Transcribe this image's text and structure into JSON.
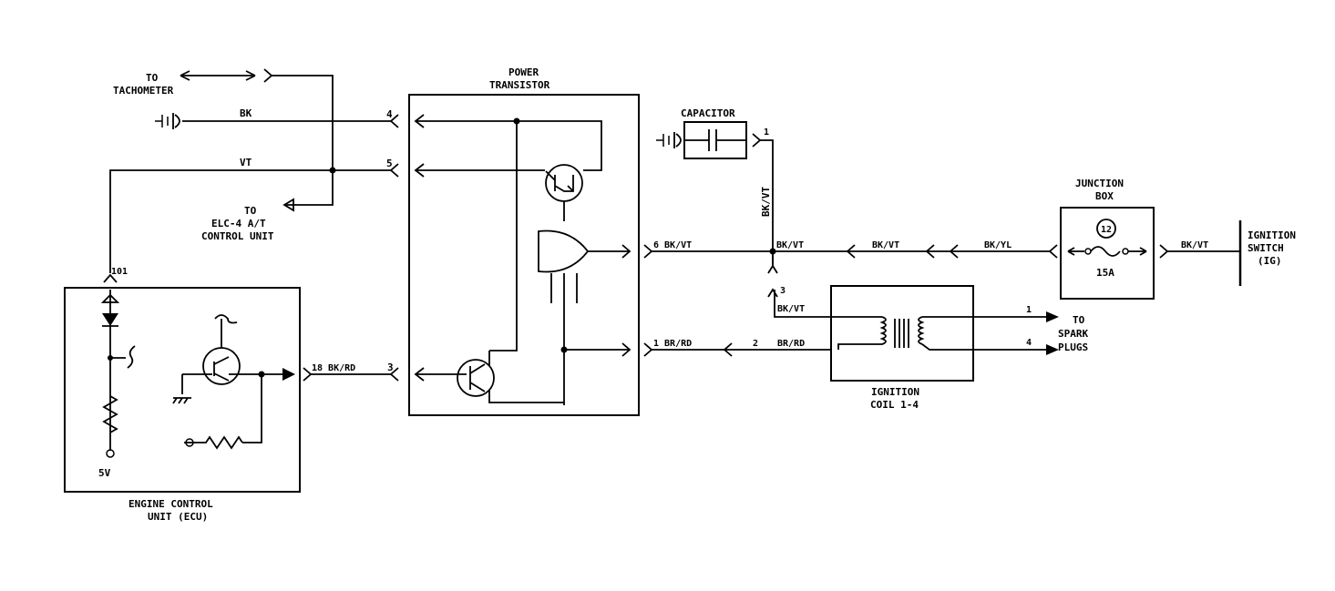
{
  "tachometer": {
    "line1": "TO",
    "line2": "TACHOMETER"
  },
  "elc": {
    "line1": "TO",
    "line2": "ELC-4 A/T",
    "line3": "CONTROL UNIT"
  },
  "power_transistor": {
    "line1": "POWER",
    "line2": "TRANSISTOR"
  },
  "capacitor": {
    "title": "CAPACITOR"
  },
  "junction_box": {
    "line1": "JUNCTION",
    "line2": "BOX",
    "fuse_number": "12",
    "fuse_rating": "15A"
  },
  "ignition_switch": {
    "line1": "IGNITION",
    "line2": "SWITCH",
    "line3": "(IG)"
  },
  "ignition_coil": {
    "line1": "IGNITION",
    "line2": "COIL 1-4"
  },
  "spark_plug": {
    "line1": "TO",
    "line2": "SPARK",
    "line3": "PLUGS"
  },
  "ecu": {
    "line1": "ENGINE CONTROL",
    "line2": "UNIT (ECU)",
    "supply": "5V"
  },
  "wires": {
    "bk": "BK",
    "vt": "VT",
    "pin4": "4",
    "pin5": "5",
    "pin3_pt": "3",
    "ecu_out": "18 BK/RD",
    "splice": "101",
    "cap_pin": "1",
    "cap_vertical": "BK/VT",
    "pt6": "6 BK/VT",
    "node_bkvt": "BK/VT",
    "bkvt_mid": "BK/VT",
    "bkyl": "BK/YL",
    "bkvt_sw": "BK/VT",
    "coil3": "3",
    "coil_bkvt": "BK/VT",
    "pt1": "1 BR/RD",
    "coil2": "2",
    "brrd": "BR/RD",
    "plug1": "1",
    "plug4": "4"
  }
}
